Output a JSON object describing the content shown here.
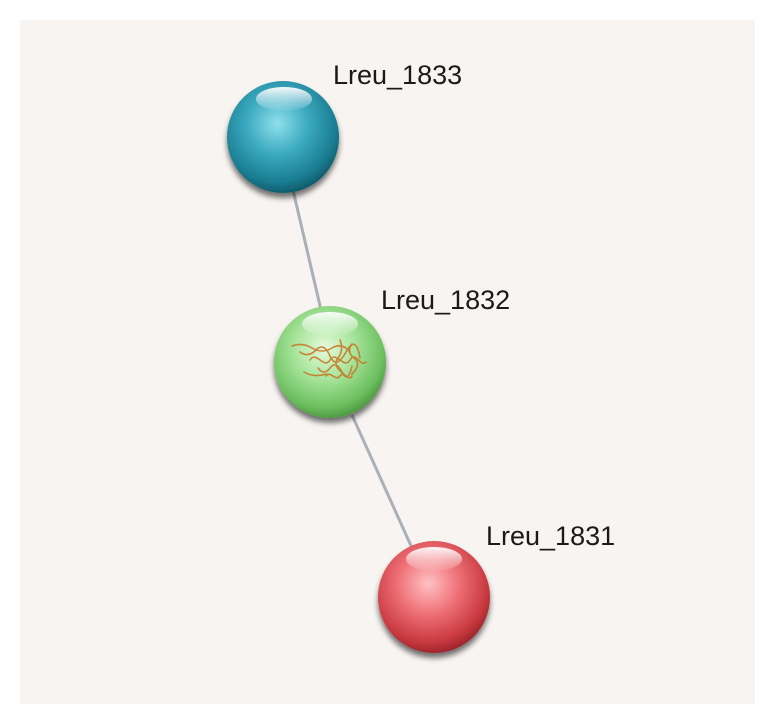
{
  "network": {
    "nodes": [
      {
        "id": "n1833",
        "label": "Lreu_1833",
        "color": "#2a9bb0",
        "has_structure": false
      },
      {
        "id": "n1832",
        "label": "Lreu_1832",
        "color": "#7fcf6f",
        "has_structure": true
      },
      {
        "id": "n1831",
        "label": "Lreu_1831",
        "color": "#e0525a",
        "has_structure": false
      }
    ],
    "edges": [
      {
        "source": "n1833",
        "target": "n1832",
        "color": "#a9b0b8"
      },
      {
        "source": "n1832",
        "target": "n1831",
        "color": "#a9b0b8"
      }
    ]
  }
}
